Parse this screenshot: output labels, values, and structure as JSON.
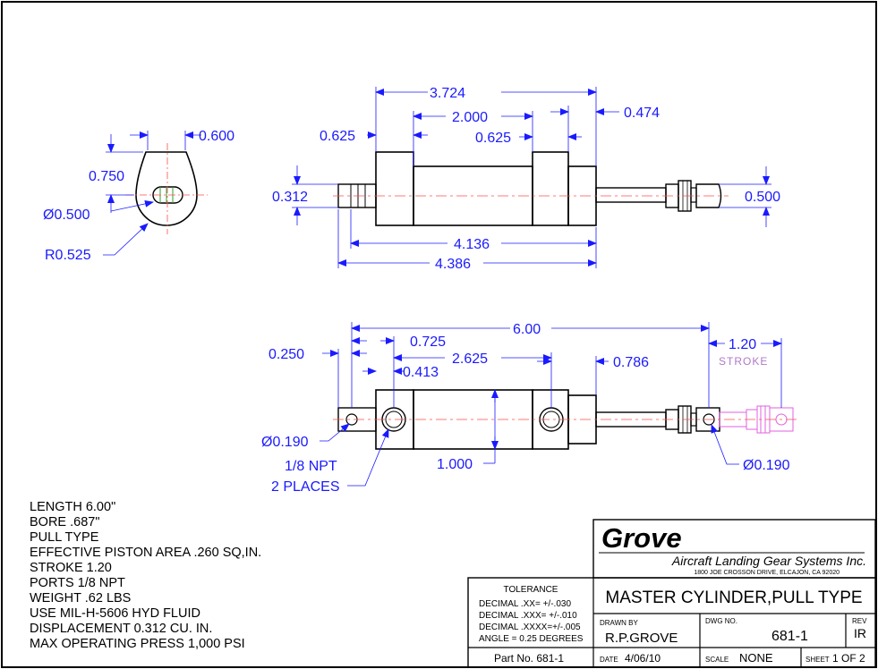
{
  "dimensions": {
    "top_view": {
      "overall_body": "3.724",
      "port_spacing": "2.000",
      "rod_end_offset": "0.474",
      "left_block": "0.625",
      "right_block": "0.625",
      "stub_diameter": "0.312",
      "rod_end_diameter": "0.500",
      "length_a": "4.136",
      "length_b": "4.386"
    },
    "end_view": {
      "width": "0.600",
      "height": "0.750",
      "diameter": "Ø0.500",
      "radius": "R0.525"
    },
    "side_view": {
      "overall_length": "6.00",
      "stroke_value": "1.20",
      "stroke_label": "STROKE",
      "dim_0250": "0.250",
      "dim_0725": "0.725",
      "dim_0413": "0.413",
      "dim_2625": "2.625",
      "dim_0786": "0.786",
      "body_height": "1.000",
      "left_hole": "Ø0.190",
      "right_hole": "Ø0.190",
      "port_note_1": "1/8 NPT",
      "port_note_2": "2 PLACES"
    }
  },
  "specs": [
    "LENGTH 6.00\"",
    "BORE .687\"",
    "PULL TYPE",
    "EFFECTIVE PISTON AREA .260 SQ,IN.",
    "STROKE 1.20",
    "PORTS 1/8 NPT",
    "WEIGHT .62 LBS",
    "USE MIL-H-5606 HYD FLUID",
    "DISPLACEMENT 0.312 CU. IN.",
    "MAX OPERATING PRESS 1,000 PSI"
  ],
  "title_block": {
    "company_logo": "Grove",
    "company_name": "Aircraft Landing Gear Systems Inc.",
    "company_address": "1800 JOE CROSSON DRIVE, ELCAJON, CA 92020",
    "drawing_title": "MASTER CYLINDER,PULL TYPE",
    "tolerance_header": "TOLERANCE",
    "tolerances": [
      "DECIMAL .XX=  +/-.030",
      "DECIMAL .XXX= +/-.010",
      "DECIMAL .XXXX=+/-.005",
      "ANGLE = 0.25 DEGREES"
    ],
    "drawn_by_label": "DRAWN BY",
    "drawn_by": "R.P.GROVE",
    "dwg_no_label": "DWG NO.",
    "dwg_no": "681-1",
    "rev_label": "REV",
    "rev": "IR",
    "part_no": "Part No.  681-1",
    "date_label": "DATE",
    "date": "4/06/10",
    "scale_label": "SCALE",
    "scale": "NONE",
    "sheet_label": "SHEET",
    "sheet": "1 OF 2"
  }
}
